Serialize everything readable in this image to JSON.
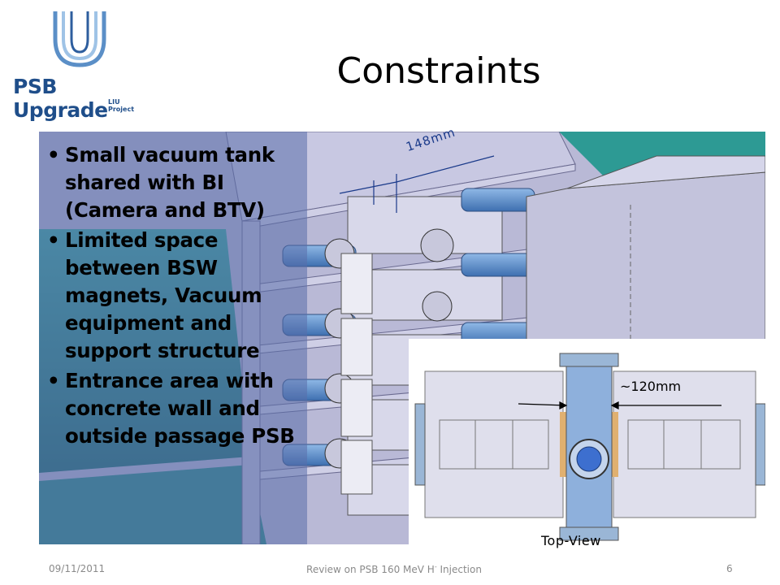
{
  "logo": {
    "main": "PSB Upgrade",
    "sub": "LIU Project"
  },
  "title": "Constraints",
  "bullets": [
    "Small vacuum tank shared with BI (Camera and BTV)",
    "Limited space between BSW magnets, Vacuum equipment and support structure",
    "Entrance area with concrete wall and outside passage PSB"
  ],
  "dimension_top": "148mm",
  "dimension_inset": "~120mm",
  "inset_caption": "Top-View",
  "footer": {
    "date": "09/11/2011",
    "title_main": "Review on PSB 160 MeV H",
    "title_sup": "-",
    "title_end": " Injection",
    "page": "6"
  }
}
